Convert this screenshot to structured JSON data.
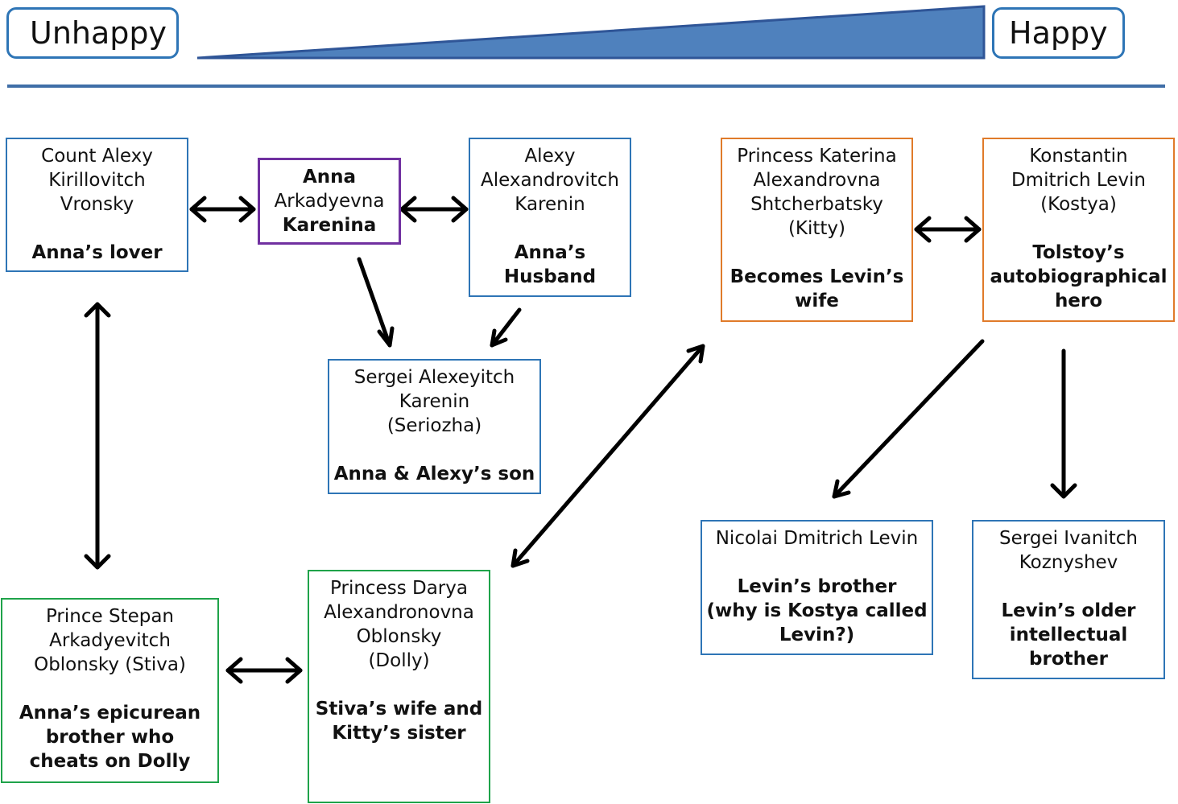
{
  "scale": {
    "left_label": "Unhappy",
    "right_label": "Happy"
  },
  "colors": {
    "scale_fill": "#4f81bd",
    "blue_border": "#2e75b6",
    "purple_border": "#7030a0",
    "orange_border": "#e07b2a",
    "green_border": "#1fa34a",
    "arrow": "#000000"
  },
  "characters": {
    "vronsky": {
      "name": "Count Alexy\nKirillovitch\nVronsky",
      "role": "Anna’s lover"
    },
    "anna": {
      "first": "Anna",
      "middle": "Arkadyevna",
      "last": "Karenina"
    },
    "karenin": {
      "name": "Alexy\nAlexandrovitch\nKarenin",
      "role": "Anna’s\nHusband"
    },
    "seriozha": {
      "name": "Sergei Alexeyitch\nKarenin\n(Seriozha)",
      "role": "Anna & Alexy’s son"
    },
    "kitty": {
      "name": "Princess Katerina\nAlexandrovna\nShtcherbatsky\n(Kitty)",
      "role": "Becomes Levin’s\nwife"
    },
    "levin": {
      "name": "Konstantin\nDmitrich Levin\n(Kostya)",
      "role": "Tolstoy’s\nautobiographical\nhero"
    },
    "nicolai": {
      "name": "Nicolai Dmitrich Levin",
      "role": "Levin’s brother\n(why is Kostya called\nLevin?)"
    },
    "koznyshev": {
      "name": "Sergei Ivanitch\nKoznyshev",
      "role": "Levin’s older\nintellectual\nbrother"
    },
    "stiva": {
      "name": "Prince Stepan\nArkadyevitch\nOblonsky (Stiva)",
      "role": "Anna’s epicurean\nbrother  who\ncheats on Dolly"
    },
    "dolly": {
      "name": "Princess Darya\nAlexandronovna\nOblonsky\n(Dolly)",
      "role": "Stiva’s wife and\nKitty’s sister"
    }
  }
}
